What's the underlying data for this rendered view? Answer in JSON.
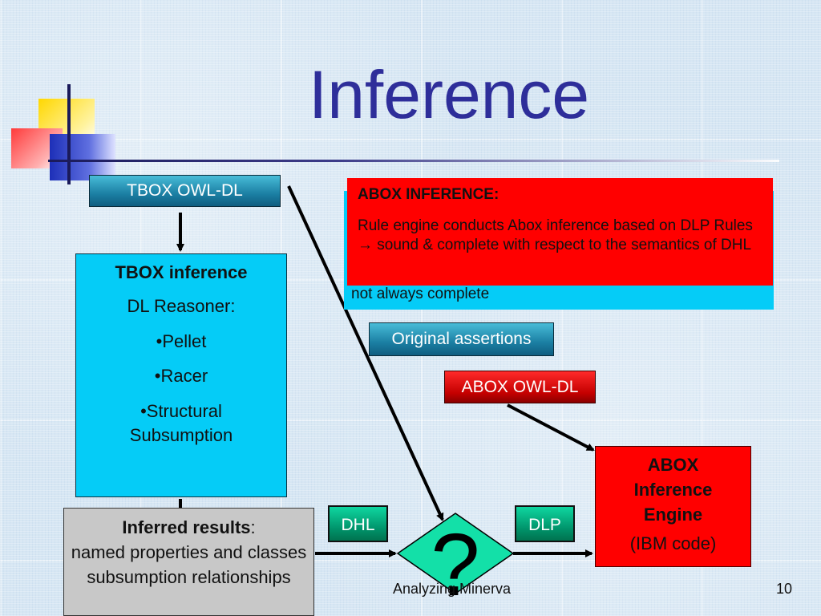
{
  "title": "Inference",
  "tbox_owl_dl": "TBOX OWL-DL",
  "tbox_inference": {
    "heading": "TBOX inference",
    "reasoner": "DL Reasoner:",
    "items": [
      "•Pellet",
      "•Racer",
      "•Structural Subsumption"
    ]
  },
  "inferred_results": {
    "label": "Inferred results",
    "colon": ":",
    "text": "named properties and classes subsumption relationships"
  },
  "abox_inference": {
    "heading": "ABOX INFERENCE:",
    "text_before_arrow": "Rule engine conducts Abox inference based on DLP Rules",
    "arrow": "→",
    "text_after_arrow": "sound & complete with respect to the semantics of DHL",
    "behind_text": "not always complete"
  },
  "original_assertions": "Original assertions",
  "abox_owl_dl": "ABOX OWL-DL",
  "abox_engine": {
    "line1": "ABOX",
    "line2": "Inference",
    "line3": "Engine",
    "note": "(IBM code)"
  },
  "dhl": "DHL",
  "dlp": "DLP",
  "question_mark": "?",
  "footer": "Analyzing Minerva",
  "page_number": "10",
  "colors": {
    "title": "#2e2e9a",
    "cyan": "#05ccf7",
    "red": "#ff0000",
    "green": "#00936a",
    "gray": "#c8c8c8"
  }
}
